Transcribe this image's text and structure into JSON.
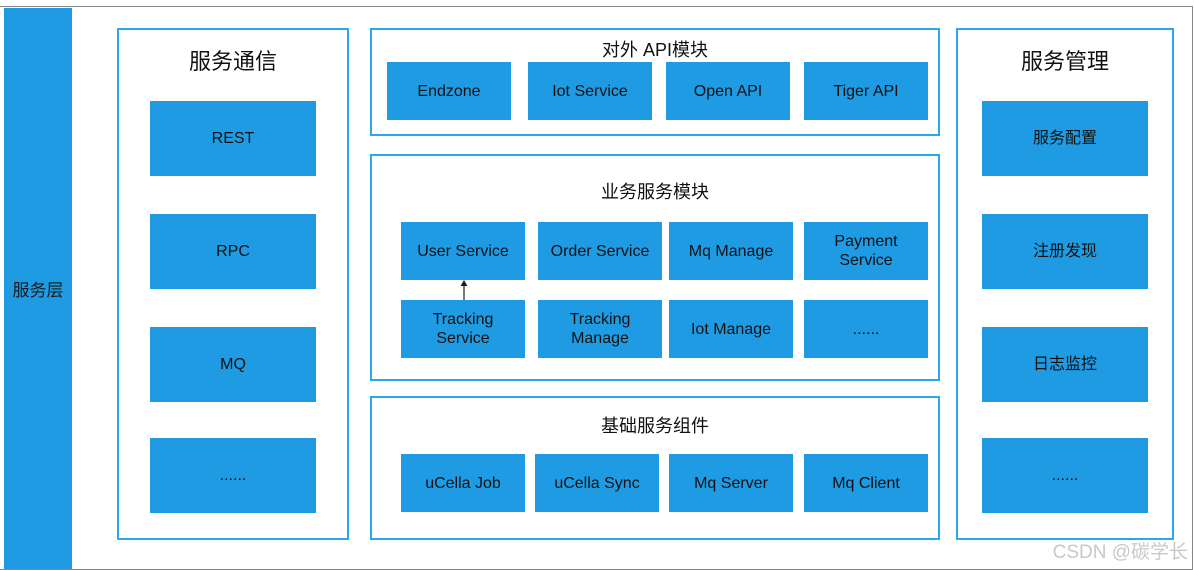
{
  "sidebar": {
    "label": "服务层"
  },
  "comm": {
    "title": "服务通信",
    "items": [
      "REST",
      "RPC",
      "MQ",
      "......"
    ]
  },
  "api": {
    "title": "对外 API模块",
    "items": [
      "Endzone",
      "Iot Service",
      "Open API",
      "Tiger API"
    ]
  },
  "biz": {
    "title": "业务服务模块",
    "row1": [
      "User Service",
      "Order Service",
      "Mq Manage",
      "Payment\nService"
    ],
    "row2": [
      "Tracking\nService",
      "Tracking\nManage",
      "Iot Manage",
      "......"
    ]
  },
  "base": {
    "title": "基础服务组件",
    "items": [
      "uCella Job",
      "uCella Sync",
      "Mq Server",
      "Mq Client"
    ]
  },
  "mgmt": {
    "title": "服务管理",
    "items": [
      "服务配置",
      "注册发现",
      "日志监控",
      "......"
    ]
  },
  "watermark": "CSDN @碳学长",
  "colors": {
    "block": "#1e9be3",
    "border": "#29a8ea"
  }
}
